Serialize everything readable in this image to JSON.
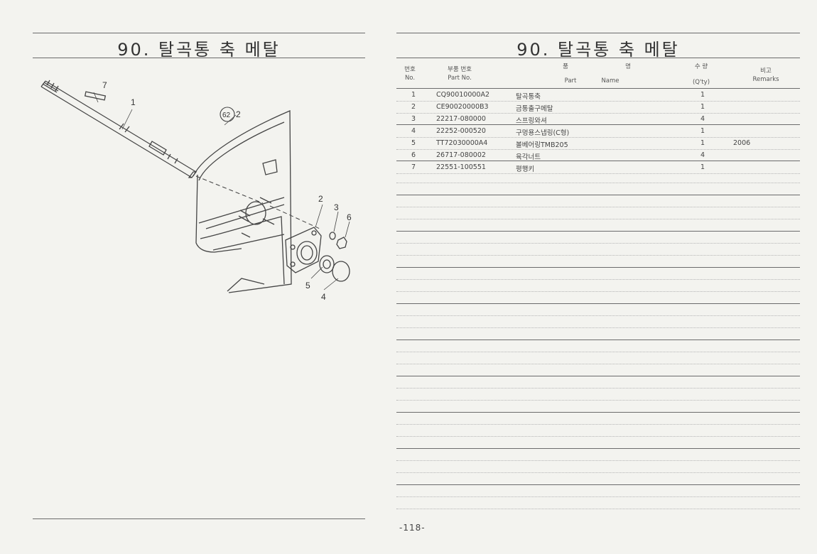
{
  "left_page": {
    "title": "90. 탈곡통 축 메탈",
    "diagram": {
      "callouts": [
        "7",
        "1",
        "62",
        "2",
        "2",
        "3",
        "6",
        "5",
        "4"
      ]
    }
  },
  "right_page": {
    "title": "90. 탈곡통 축 메탈",
    "headers": {
      "no_kr": "번호",
      "no_en": "No.",
      "part_kr": "부품 번호",
      "part_en": "Part No.",
      "name_kr1": "품",
      "name_kr2": "명",
      "name_en1": "Part",
      "name_en2": "Name",
      "qty_kr": "수 량",
      "qty_en": "(Q'ty)",
      "rem_kr": "비고",
      "rem_en": "Remarks"
    },
    "rows": [
      {
        "no": "1",
        "part": "CQ90010000A2",
        "name": "탈곡통축",
        "qty": "1",
        "remarks": ""
      },
      {
        "no": "2",
        "part": "CE90020000B3",
        "name": "금통출구메탈",
        "qty": "1",
        "remarks": ""
      },
      {
        "no": "3",
        "part": "22217-080000",
        "name": "스프링와셔",
        "qty": "4",
        "remarks": ""
      },
      {
        "no": "4",
        "part": "22252-000520",
        "name": "구멍용스냅링(C형)",
        "qty": "1",
        "remarks": ""
      },
      {
        "no": "5",
        "part": "TT72030000A4",
        "name": "볼베어링TMB205",
        "qty": "1",
        "remarks": "2006"
      },
      {
        "no": "6",
        "part": "26717-080002",
        "name": "육각너트",
        "qty": "4",
        "remarks": ""
      },
      {
        "no": "7",
        "part": "22551-100551",
        "name": "평행키",
        "qty": "1",
        "remarks": ""
      }
    ],
    "page_number": "-118-"
  }
}
